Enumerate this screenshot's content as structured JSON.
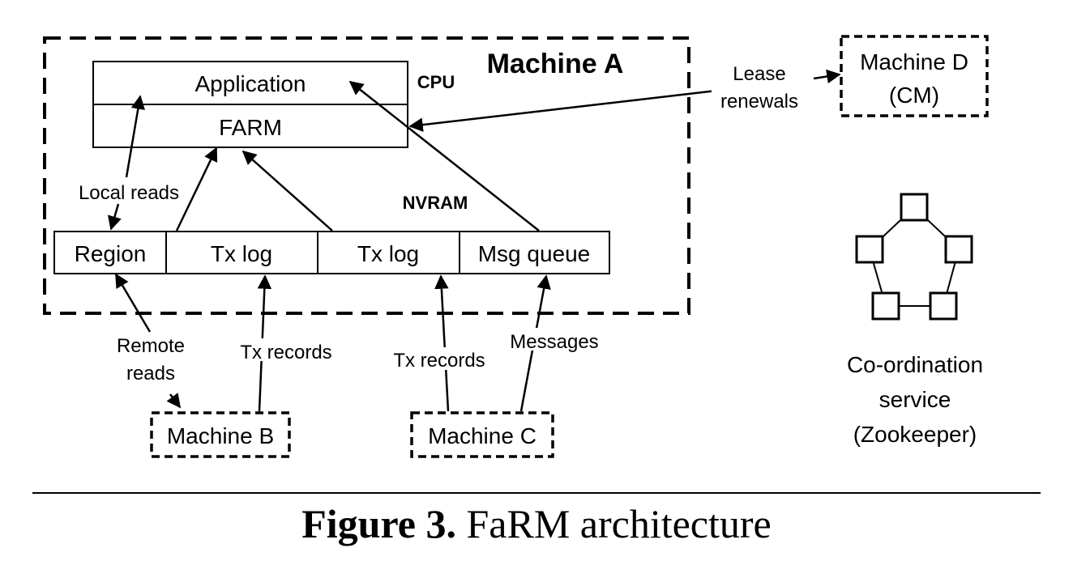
{
  "machine_a": {
    "title": "Machine A",
    "cpu_label": "CPU",
    "nvram_label": "NVRAM"
  },
  "software": {
    "application": "Application",
    "farm": "FARM"
  },
  "nvram_cells": [
    "Region",
    "Tx log",
    "Tx log",
    "Msg queue"
  ],
  "edges": {
    "local_reads": "Local reads",
    "remote_reads_line1": "Remote",
    "remote_reads_line2": "reads",
    "tx_records_b": "Tx records",
    "tx_records_c": "Tx records",
    "messages": "Messages",
    "lease_line1": "Lease",
    "lease_line2": "renewals"
  },
  "machines": {
    "b": "Machine B",
    "c": "Machine C",
    "d_line1": "Machine D",
    "d_line2": "(CM)"
  },
  "coordination": {
    "line1": "Co-ordination",
    "line2": "service",
    "line3": "(Zookeeper)"
  },
  "caption": {
    "number": "Figure 3.",
    "title": "FaRM architecture"
  }
}
